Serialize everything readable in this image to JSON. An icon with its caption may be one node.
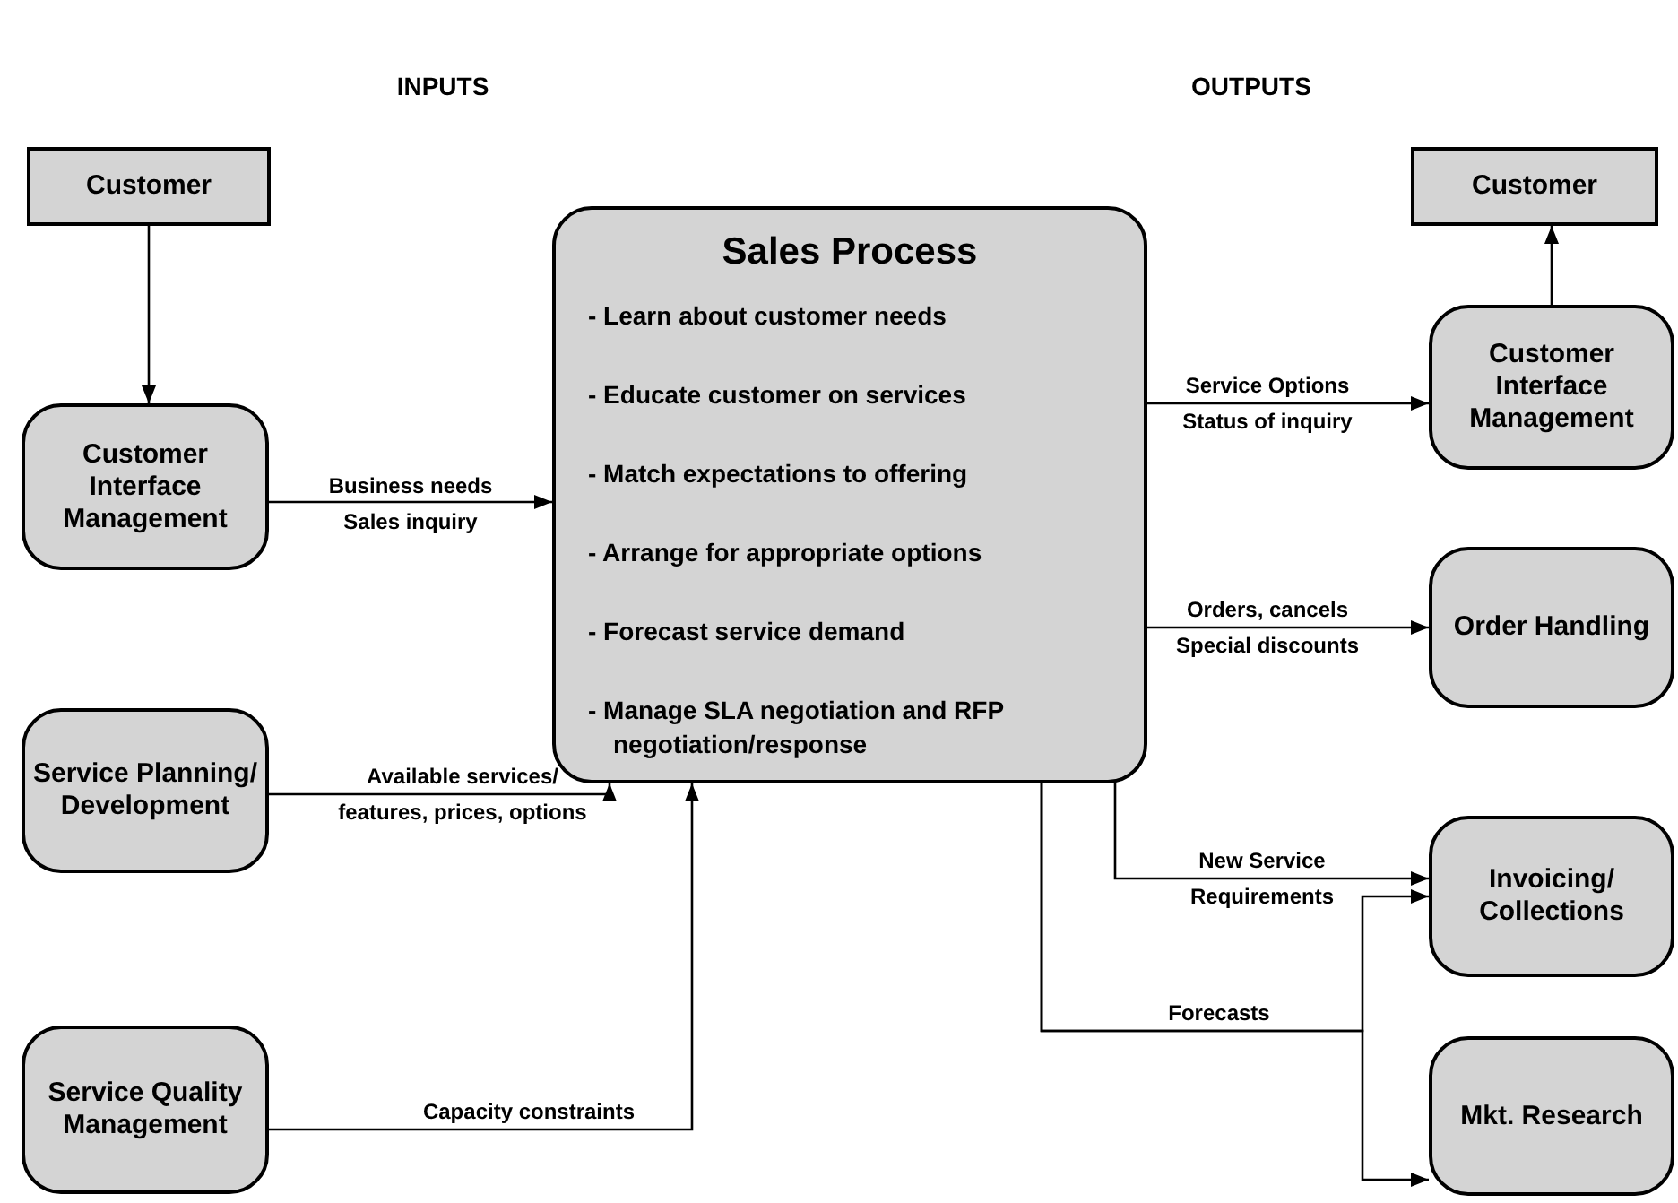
{
  "diagram": {
    "nodes": [
      {
        "text": [
          "Customer"
        ]
      },
      {
        "text": [
          "Customer Interface Management"
        ]
      },
      {
        "text": [
          "Sales Process",
          "- Learn about customer needs",
          "- Educate customer on services",
          "- Match expectations to offering",
          "- Arrange for appropriate options",
          "- Forecast service demand",
          "- Manage SLA negotiation and RFP negotiation/response"
        ]
      },
      {
        "text": [
          "Service Planning/ Development"
        ]
      },
      {
        "text": [
          "Service Quality Management"
        ]
      },
      {
        "text": [
          "Customer"
        ]
      },
      {
        "text": [
          "Customer Interface Management"
        ]
      },
      {
        "text": [
          "Order Handling"
        ]
      },
      {
        "text": [
          "Invoicing/ Collections"
        ]
      },
      {
        "text": [
          "Mkt. Research"
        ]
      }
    ],
    "edges": [
      {
        "from": 0,
        "to": 1,
        "arrow": "to"
      },
      {
        "from": 1,
        "to": 2,
        "arrow": "to",
        "label": "Business needs Sales inquiry"
      },
      {
        "from": 3,
        "to": 2,
        "arrow": "to",
        "label": "Available services/ features, prices, options"
      },
      {
        "from": 4,
        "to": 2,
        "arrow": "to",
        "label": "Capacity constraints"
      },
      {
        "from": 2,
        "to": 6,
        "arrow": "to",
        "label": "Service Options Status of inquiry"
      },
      {
        "from": 6,
        "to": 5,
        "arrow": "to"
      },
      {
        "from": 2,
        "to": 7,
        "arrow": "to",
        "label": "Orders, cancels Special discounts"
      },
      {
        "from": 2,
        "to": 8,
        "arrow": "to",
        "label": "New Service Requirements"
      },
      {
        "from": 2,
        "to": 8,
        "arrow": "to",
        "label": "Forecasts"
      },
      {
        "from": 2,
        "to": 9,
        "arrow": "to"
      }
    ],
    "labels": [
      "INPUTS",
      "OUTPUTS"
    ]
  }
}
